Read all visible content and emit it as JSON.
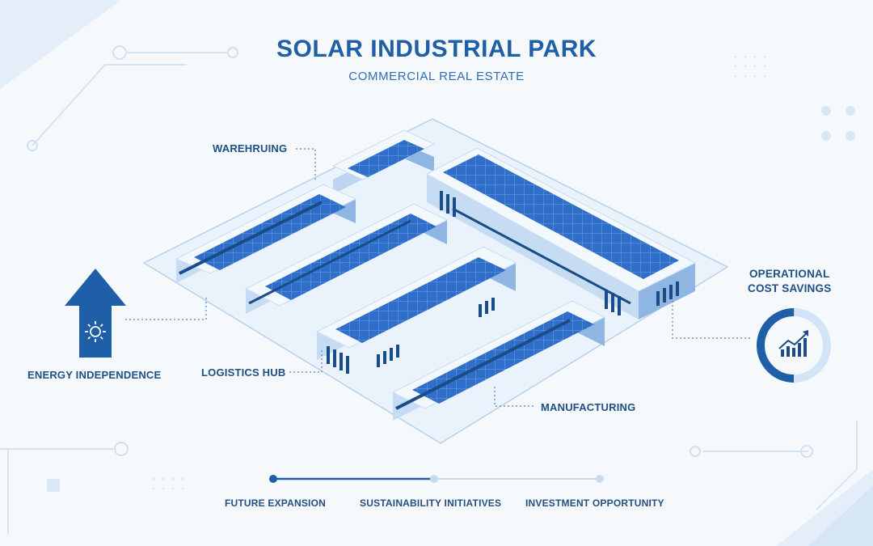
{
  "header": {
    "title": "SOLAR INDUSTRIAL PARK",
    "subtitle": "COMMERCIAL REAL ESTATE"
  },
  "callouts": {
    "warehousing": "WAREHRUING",
    "energy_independence": "ENERGY INDEPENDENCE",
    "logistics_hub": "LOGISTICS HUB",
    "manufacturing": "MANUFACTURING",
    "operational_cost_savings": [
      "OPERATIONAL",
      "COST SAVINGS"
    ]
  },
  "timeline": {
    "items": [
      "FUTURE EXPANSION",
      "SUSTAINABILITY INITIATIVES",
      "INVESTMENT OPPORTUNITY"
    ],
    "active_index": 0
  },
  "icons": {
    "energy": "sun-in-up-arrow-icon",
    "savings": "rising-chart-icon"
  },
  "savings_ring": {
    "fraction": 0.5
  },
  "colors": {
    "primary": "#1f5fa8",
    "dark": "#1a4c88",
    "light": "#dce9f7",
    "panel": "#2f6ec9",
    "background": "#f6f9fc"
  }
}
